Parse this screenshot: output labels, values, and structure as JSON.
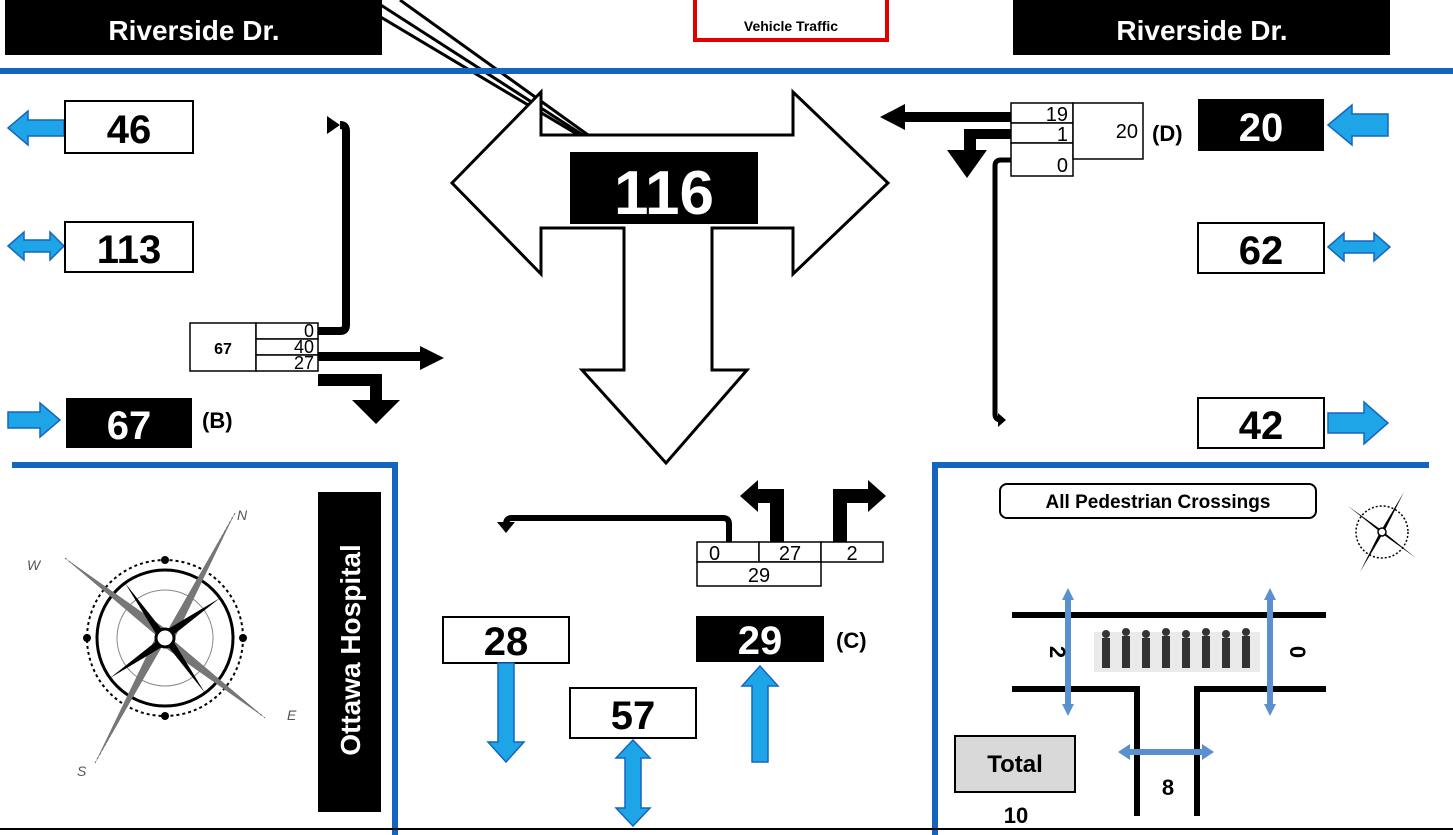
{
  "road": {
    "west_label": "Riverside Dr.",
    "east_label": "Riverside Dr.",
    "south_label": "Ottawa Hospital"
  },
  "legend": {
    "vehicle_text": "Vehicle Traffic"
  },
  "center_total": "116",
  "west": {
    "exit_total": "46",
    "two_way_total": "113",
    "approach_total": "67",
    "approach_label": "(B)",
    "table": {
      "total": "67",
      "left": "0",
      "through": "40",
      "right": "27"
    }
  },
  "east": {
    "approach_total": "20",
    "approach_label": "(D)",
    "two_way_total": "62",
    "exit_total": "42",
    "table": {
      "total": "20",
      "through": "19",
      "right": "1",
      "left": "0"
    }
  },
  "south": {
    "exit_total": "28",
    "two_way_total": "57",
    "approach_total": "29",
    "approach_label": "(C)",
    "table": {
      "left": "0",
      "through": "27",
      "right": "2",
      "total": "29"
    }
  },
  "compass": {
    "labels": [
      "N",
      "E",
      "S",
      "W"
    ]
  },
  "pedestrian": {
    "title": "All Pedestrian Crossings",
    "west_crossing": "2",
    "east_crossing": "0",
    "south_crossing": "8",
    "total_label": "Total",
    "total_value": "10"
  },
  "colors": {
    "road_blue": "#1565c0",
    "arrow_blue": "#1ea5e8",
    "legend_red": "#e00000",
    "black": "#000000"
  },
  "icons": [
    "compass-rose-icon",
    "pedestrian-crowd-icon"
  ]
}
